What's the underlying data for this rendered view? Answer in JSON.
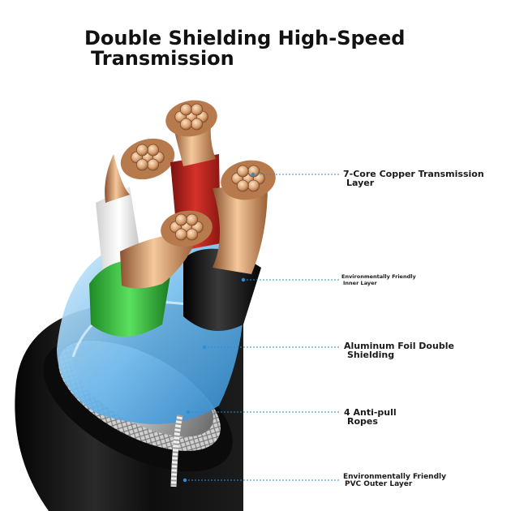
{
  "title": {
    "line1": "Double Shielding High-Speed",
    "line2": "Transmission"
  },
  "callouts": [
    {
      "line1": "7-Core Copper Transmission",
      "line2": "Layer"
    },
    {
      "line1": "Environmentally Friendly",
      "line2": "Inner Layer"
    },
    {
      "line1": "Aluminum Foil Double",
      "line2": "Shielding"
    },
    {
      "line1": "4 Anti-pull",
      "line2": "Ropes"
    },
    {
      "line1": "Environmentally Friendly",
      "line2": "PVC Outer Layer"
    }
  ],
  "colors": {
    "leader_line": "#2a8fd8",
    "jacket": "#141414",
    "copper": "#d9a070",
    "wire_red": "#c0241c",
    "wire_green": "#2fbf3a",
    "wire_white": "#f2f2f2",
    "wire_black": "#111111",
    "foil": "#6cb8ec"
  },
  "wire_order": [
    "white",
    "red",
    "black",
    "green"
  ]
}
